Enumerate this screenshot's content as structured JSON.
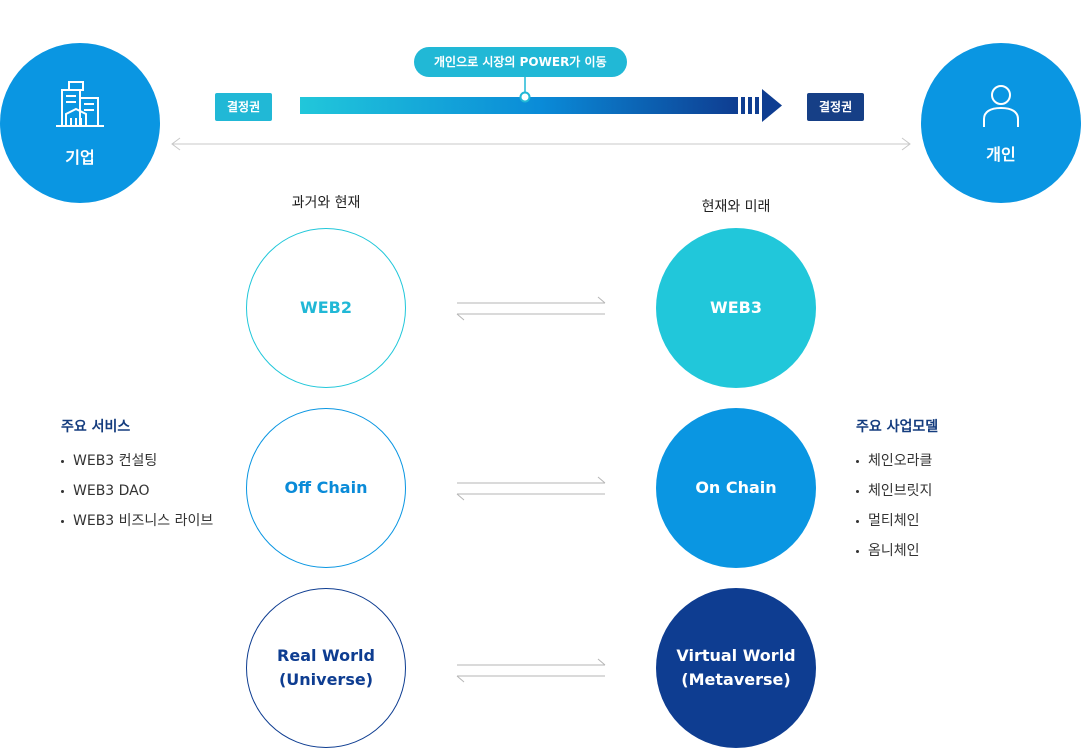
{
  "top": {
    "left_circle_label": "기업",
    "right_circle_label": "개인",
    "left_tag": "결정권",
    "right_tag": "결정권",
    "pill": "개인으로 시장의 POWER가 이동"
  },
  "columns": {
    "left_title": "과거와 현재",
    "right_title": "현재와 미래"
  },
  "rows": [
    {
      "left": "WEB2",
      "right": "WEB3"
    },
    {
      "left": "Off Chain",
      "right": "On Chain"
    },
    {
      "left": "Real World\n(Universe)",
      "right": "Virtual World\n(Metaverse)"
    }
  ],
  "services": {
    "title": "주요 서비스",
    "items": [
      "WEB3 컨설팅",
      "WEB3 DAO",
      "WEB3 비즈니스 라이브"
    ]
  },
  "business_models": {
    "title": "주요 사업모델",
    "items": [
      "체인오라클",
      "체인브릿지",
      "멀티체인",
      "옴니체인"
    ]
  },
  "colors": {
    "blue": "#0a96e2",
    "cyan": "#21c7da",
    "navy": "#0e3d91",
    "light_cyan_tag": "#21b8d6",
    "dark_tag": "#163f86"
  },
  "icons": {
    "left": "building-icon",
    "right": "person-icon"
  }
}
